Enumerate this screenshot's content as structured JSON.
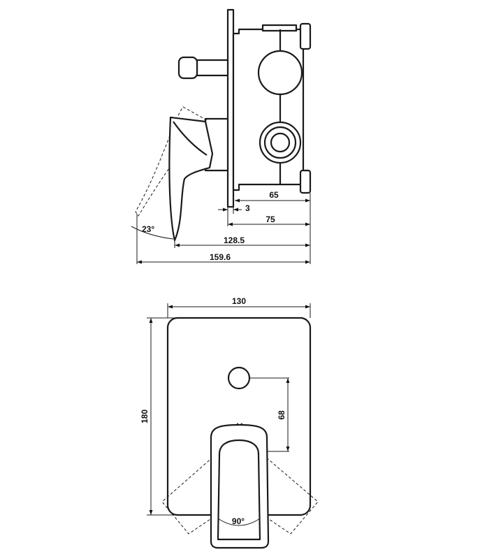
{
  "side_view": {
    "dimensions": {
      "d65": "65",
      "d3": "3",
      "d75": "75",
      "d128_5": "128.5",
      "d159_6": "159.6"
    },
    "angle": "23°"
  },
  "front_view": {
    "dimensions": {
      "width": "130",
      "height": "180",
      "offset": "68"
    },
    "angle": "90°"
  }
}
